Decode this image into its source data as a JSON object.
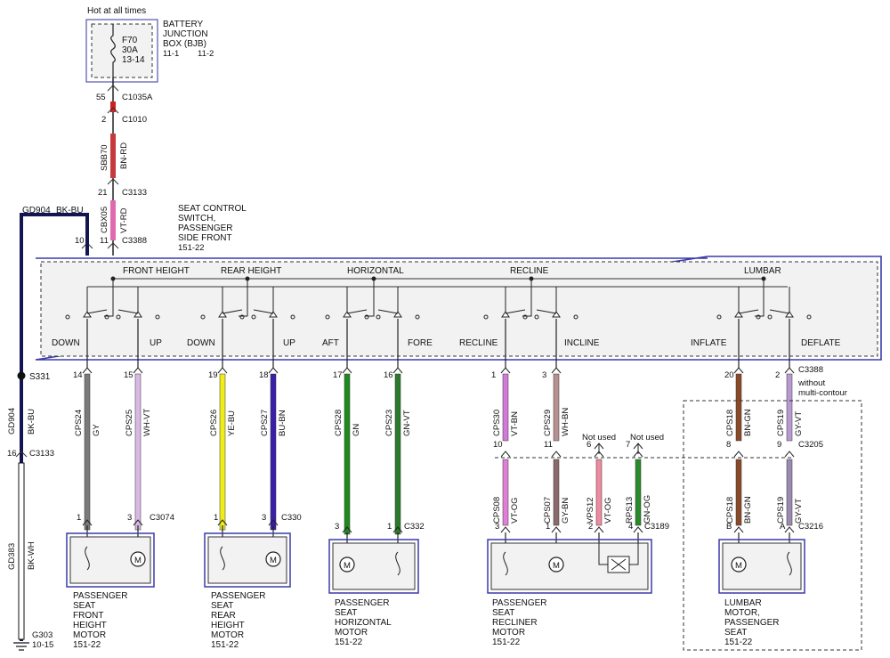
{
  "header": {
    "hot_label": "Hot at all times",
    "bjb": {
      "title1": "BATTERY",
      "title2": "JUNCTION",
      "title3": "BOX (BJB)",
      "ref1": "11-1",
      "ref2": "11-2"
    },
    "fuse": {
      "name": "F70",
      "rating": "30A",
      "ref": "13-14"
    }
  },
  "feed": {
    "c1035a_pin": "55",
    "c1035a": "C1035A",
    "c1010_pin": "2",
    "c1010": "C1010",
    "sbb70": "SBB70",
    "sbb70_color": "BN-RD",
    "c3133_pin": "21",
    "c3133": "C3133",
    "cbx05": "CBX05",
    "cbx05_color": "VT-RD",
    "c3388_pin_gnd": "10",
    "c3388_pin_pwr": "11",
    "c3388": "C3388"
  },
  "switch": {
    "title1": "SEAT CONTROL",
    "title2": "SWITCH,",
    "title3": "PASSENGER",
    "title4": "SIDE FRONT",
    "ref": "151-22",
    "groups": [
      "FRONT HEIGHT",
      "REAR HEIGHT",
      "HORIZONTAL",
      "RECLINE",
      "LUMBAR"
    ],
    "positions": [
      "DOWN",
      "UP",
      "DOWN",
      "UP",
      "AFT",
      "FORE",
      "RECLINE",
      "INCLINE",
      "INFLATE",
      "DEFLATE"
    ]
  },
  "ground": {
    "gd904": "GD904",
    "gd904_color": "BK-BU",
    "splice": "S331",
    "c3133_pin": "16",
    "c3133": "C3133",
    "gd383": "GD383",
    "gd383_color": "BK-WH",
    "g303": "G303",
    "g303_ref": "10-15"
  },
  "wires": [
    {
      "pin": "14",
      "circuit": "CPS24",
      "color": "GY",
      "hex": "#7a7a7a"
    },
    {
      "pin": "15",
      "circuit": "CPS25",
      "color": "WH-VT",
      "hex": "#d9b8e6"
    },
    {
      "pin": "19",
      "circuit": "CPS26",
      "color": "YE-BU",
      "hex": "#f0ec1a"
    },
    {
      "pin": "18",
      "circuit": "CPS27",
      "color": "BU-BN",
      "hex": "#3a1fa8"
    },
    {
      "pin": "17",
      "circuit": "CPS28",
      "color": "GN",
      "hex": "#1e8a1e"
    },
    {
      "pin": "16",
      "circuit": "CPS23",
      "color": "GN-VT",
      "hex": "#2a7a2a"
    },
    {
      "pin": "1",
      "circuit": "CPS30",
      "color": "VT-BN",
      "hex": "#d27ad8"
    },
    {
      "pin": "3",
      "circuit": "CPS29",
      "color": "WH-BN",
      "hex": "#b89090"
    },
    {
      "pin": "20",
      "circuit": "CPS18",
      "color": "BN-GN",
      "hex": "#8a4a2a"
    },
    {
      "pin": "2",
      "circuit": "CPS19",
      "color": "GY-VT",
      "hex": "#b89ad0"
    }
  ],
  "recliner_harness": {
    "c3388": "C3388",
    "multicontour1": "without",
    "multicontour2": "multi-contour",
    "pins_top": [
      "10",
      "11",
      "6",
      "7",
      "8",
      "9"
    ],
    "c3205": "C3205",
    "not_used": "Not used",
    "lower": [
      {
        "circuit": "CPS08",
        "color": "VT-OG",
        "hex": "#e07fd8"
      },
      {
        "circuit": "CPS07",
        "color": "GY-BN",
        "hex": "#8a6a6a"
      },
      {
        "circuit": "VPS12",
        "color": "VT-OG",
        "hex": "#f08aa0"
      },
      {
        "circuit": "RPS13",
        "color": "GN-OG",
        "hex": "#2a8a2a"
      },
      {
        "circuit": "CPS18",
        "color": "BN-GN",
        "hex": "#8a4a2a"
      },
      {
        "circuit": "CPS19",
        "color": "GY-VT",
        "hex": "#9a8ab0"
      }
    ]
  },
  "connectors": {
    "c3074": "C3074",
    "c3074_pins": [
      "1",
      "3"
    ],
    "c330": "C330",
    "c330_pins": [
      "1",
      "3"
    ],
    "c332": "C332",
    "c332_pins": [
      "3",
      "1"
    ],
    "c3189": "C3189",
    "c3189_pins": [
      "3",
      "1",
      "2",
      "4"
    ],
    "c3216": "C3216",
    "c3216_pins": [
      "B",
      "A"
    ]
  },
  "motors": [
    {
      "l1": "PASSENGER",
      "l2": "SEAT",
      "l3": "FRONT",
      "l4": "HEIGHT",
      "l5": "MOTOR",
      "ref": "151-22"
    },
    {
      "l1": "PASSENGER",
      "l2": "SEAT",
      "l3": "REAR",
      "l4": "HEIGHT",
      "l5": "MOTOR",
      "ref": "151-22"
    },
    {
      "l1": "PASSENGER",
      "l2": "SEAT",
      "l3": "HORIZONTAL",
      "l4": "MOTOR",
      "ref": "151-22"
    },
    {
      "l1": "PASSENGER",
      "l2": "SEAT",
      "l3": "RECLINER",
      "l4": "MOTOR",
      "ref": "151-22"
    },
    {
      "l1": "LUMBAR",
      "l2": "MOTOR,",
      "l3": "PASSENGER",
      "l4": "SEAT",
      "ref": "151-22"
    }
  ],
  "motor_symbol": "M"
}
